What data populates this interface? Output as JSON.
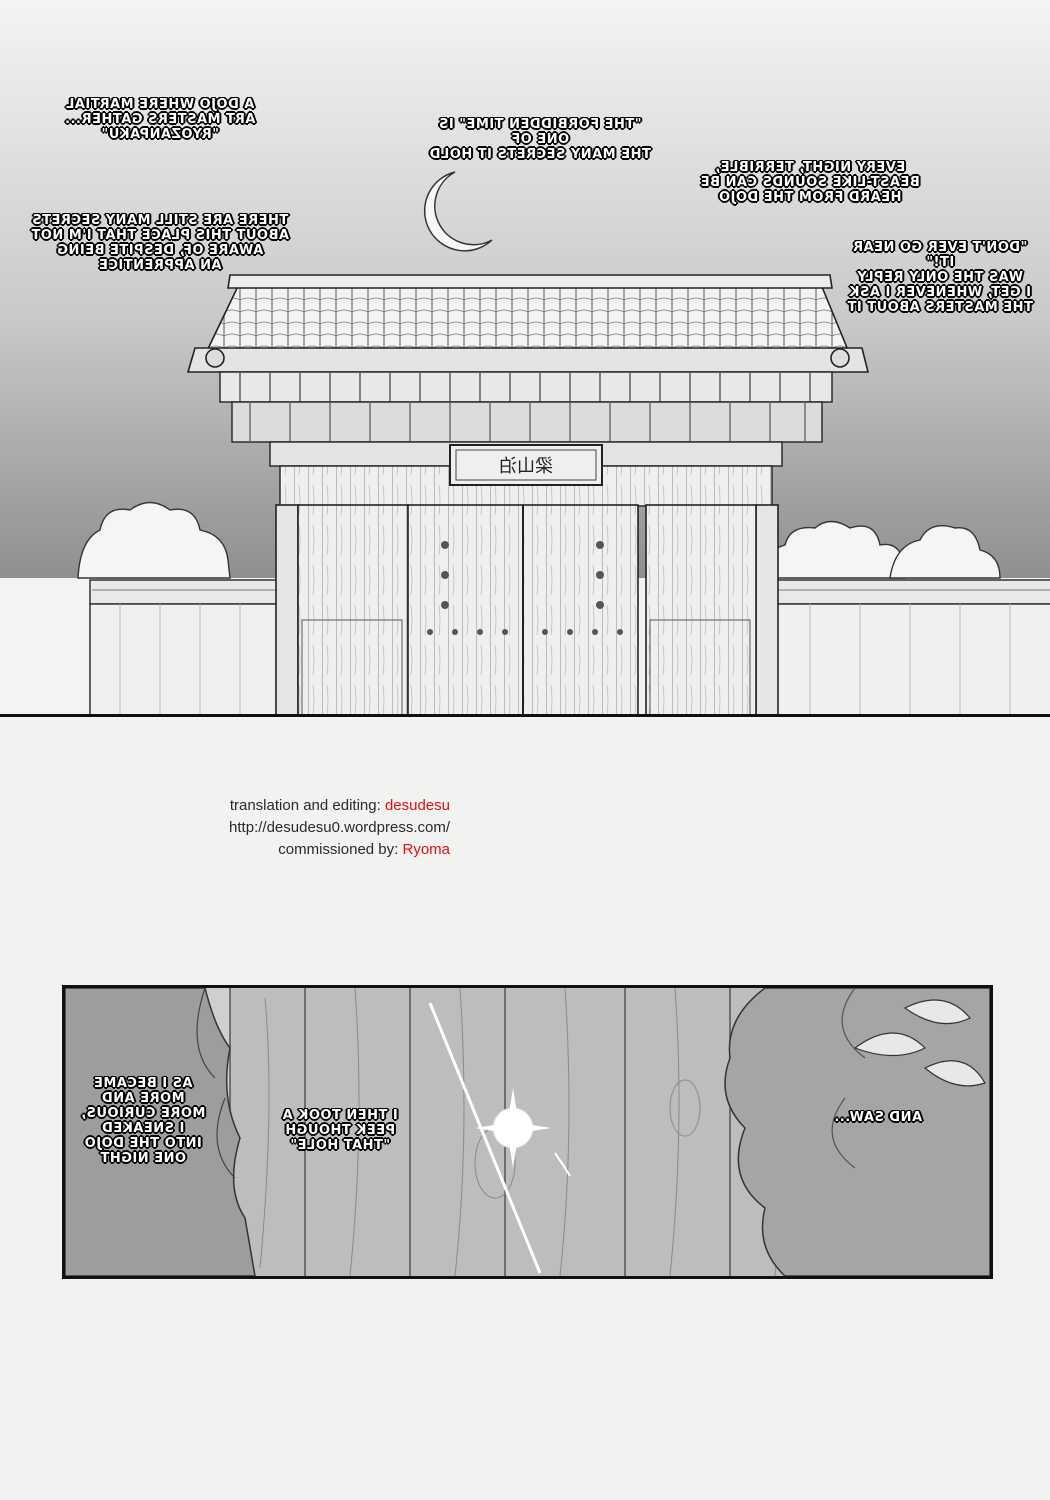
{
  "top_panel": {
    "gate_sign": "梁山泊",
    "captions": [
      {
        "id": "c1",
        "text": "A DOJO WHERE MARTIAL\nART MASTERS GATHER...\n\"RYOZANPAKU\""
      },
      {
        "id": "c2",
        "text": "\"THE FORBIDDEN TIME\" IS ONE OF\nTHE MANY SECRETS IT HOLD"
      },
      {
        "id": "c3",
        "text": "EVERY NIGHT, TERRIBLE,\nBEAST-LIKE SOUNDS CAN BE\nHEARD FROM THE DOJO"
      },
      {
        "id": "c4",
        "text": "THERE ARE STILL MANY SECRETS\nABOUT THIS PLACE THAT I'M NOT\nAWARE OF, DESPITE BEING\nAN APPRENTICE"
      },
      {
        "id": "c5",
        "text": "\"DON'T EVER GO NEAR IT!\"\nWAS THE ONLY REPLY\nI GET, WHENEVER I ASK\nTHE MASTERS ABOUT IT"
      }
    ]
  },
  "credits": {
    "line1_label": "translation and editing: ",
    "line1_name": "desudesu",
    "line2": "http://desudesu0.wordpress.com/",
    "line3_label": "commissioned by: ",
    "line3_name": "Ryoma"
  },
  "bottom_panel": {
    "captions": [
      {
        "id": "b1",
        "text": "AS I BECAME\nMORE AND\nMORE CURIOUS,\nI SNEAKED\nINTO THE DOJO\nONE NIGHT"
      },
      {
        "id": "b2",
        "text": "I THEN TOOK A\nPEEK THOUGH\n\"THAT HOLE\""
      },
      {
        "id": "b3",
        "text": "AND SAW..."
      }
    ]
  }
}
